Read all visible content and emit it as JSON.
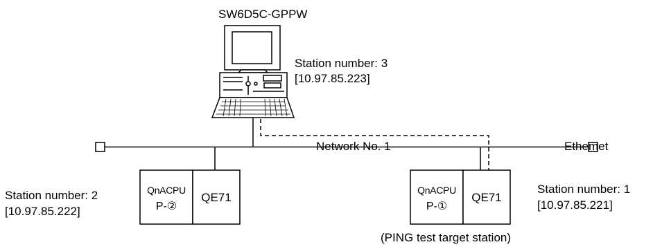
{
  "pc": {
    "software": "SW6D5C-GPPW",
    "station_label": "Station number: 3",
    "ip": "[10.97.85.223]"
  },
  "network": {
    "name": "Network No. 1",
    "type_label": "Ethemet"
  },
  "station_left": {
    "station_label": "Station number: 2",
    "ip": "[10.97.85.222]",
    "cpu_line1": "QnACPU",
    "cpu_line2": "P-②",
    "module": "QE71"
  },
  "station_right": {
    "station_label": "Station number: 1",
    "ip": "[10.97.85.221]",
    "cpu_line1": "QnACPU",
    "cpu_line2": "P-①",
    "module": "QE71",
    "note": "(PING test target station)"
  }
}
